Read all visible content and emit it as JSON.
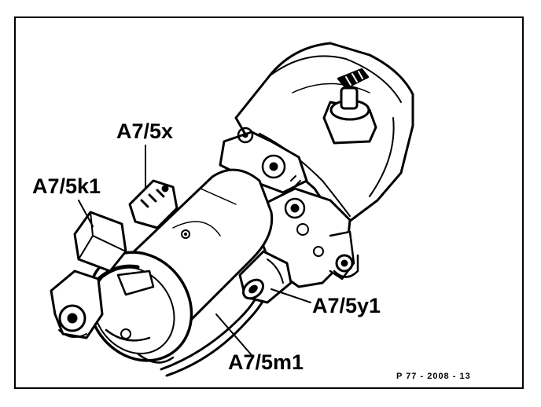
{
  "labels": {
    "pump_connector": "A7/5x",
    "relay": "A7/5k1",
    "solenoid_valve": "A7/5y1",
    "motor": "A7/5m1"
  },
  "figure_ref": "P 77 - 2008 - 13",
  "colors": {
    "ink": "#000000",
    "paper": "#ffffff"
  }
}
